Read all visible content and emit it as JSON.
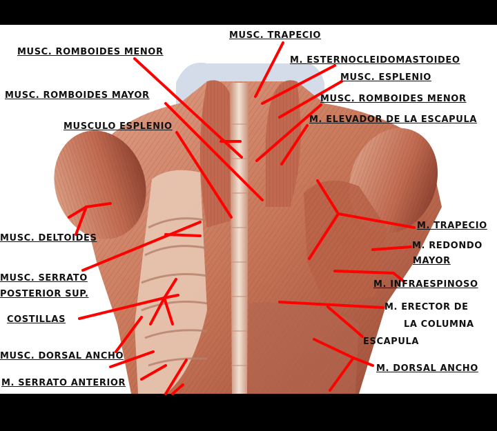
{
  "colors": {
    "frame": "#000000",
    "background": "#ffffff",
    "muscle": "#c87860",
    "muscle_dark": "#8a4030",
    "spine": "#ead6c6",
    "leader_line": "#ff0000",
    "label_text": "#111111"
  },
  "labels": {
    "trapecio_top": "MUSC. TRAPECIO",
    "romboides_menor_left": "MUSC. ROMBOIDES MENOR",
    "esternocleidomastoideo": "M. ESTERNOCLEIDOMASTOIDEO",
    "esplenio_right": "MUSC. ESPLENIO",
    "romboides_mayor": "MUSC. ROMBOIDES MAYOR",
    "romboides_menor_right": "MUSC. ROMBOIDES MENOR",
    "elevador_escapula": "M. ELEVADOR DE LA ESCAPULA",
    "musculo_esplenio": "MUSCULO ESPLENIO",
    "trapecio_right": "M. TRAPECIO",
    "deltoides": "MUSC. DELTOIDES",
    "redondo_mayor_1": "M. REDONDO",
    "redondo_mayor_2": "MAYOR",
    "serrato_post_1": "MUSC. SERRATO",
    "serrato_post_2": "POSTERIOR SUP.",
    "infraespinoso": "M. INFRAESPINOSO",
    "erector_1": "M. ERECTOR DE",
    "erector_2": "LA COLUMNA",
    "costillas": "COSTILLAS",
    "escapula": "ESCAPULA",
    "dorsal_ancho_left": "MUSC. DORSAL ANCHO",
    "dorsal_ancho_right": "M. DORSAL ANCHO",
    "serrato_anterior": "M. SERRATO ANTERIOR"
  }
}
